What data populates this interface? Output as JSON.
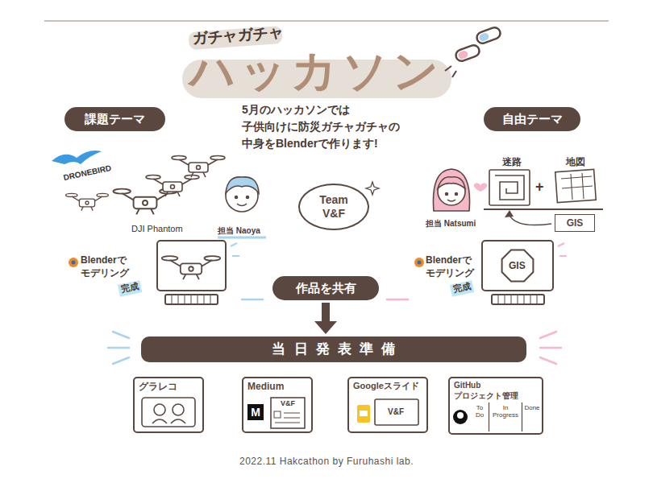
{
  "diagram": {
    "title": "ハッカソン",
    "caption": "2022.11 Hakcathon by Furuhashi lab.",
    "nodes": [
      {
        "text": [
          "課題テーマ"
        ]
      },
      {
        "text": [
          "自由テーマ"
        ]
      },
      {
        "text": [
          "Team V&F"
        ]
      },
      {
        "text": [
          "GIS"
        ]
      },
      {
        "text": [
          "作品を共有"
        ]
      },
      {
        "text": [
          "当日発表準備"
        ]
      },
      {
        "text": [
          "グラレコ"
        ]
      },
      {
        "text": [
          "Medium"
        ]
      },
      {
        "text": [
          "Googleスライド"
        ]
      },
      {
        "text": [
          "GitHub",
          "プロジェクト管理"
        ]
      }
    ],
    "edges": [
      {
        "from": 4,
        "to": 5,
        "arrow": "to"
      }
    ],
    "labels": [
      "ガチャガチャ",
      "5月のハッカソンでは 子供向けに防災ガチャガチャの 中身をBlenderで作ります!",
      "DRONEBIRD",
      "DJI Phantom",
      "担当 Naoya",
      "担当 Natsumi",
      "迷路",
      "+",
      "地図",
      "Blenderで モデリング",
      "完成",
      "Blenderで モデリング",
      "完成",
      "GIS",
      "V&F",
      "M",
      "V&F",
      "To Do",
      "In Progress",
      "Done"
    ]
  }
}
